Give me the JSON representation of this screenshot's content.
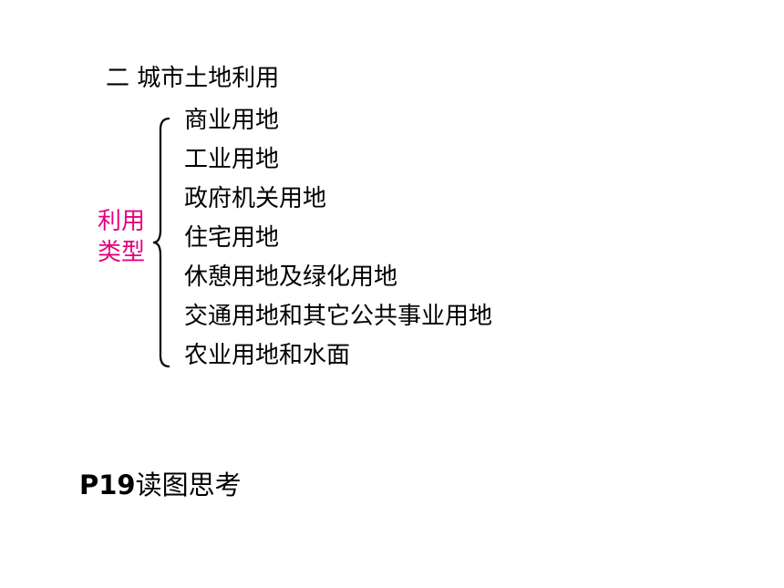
{
  "slide": {
    "heading": "二  城市土地利用",
    "category_label": [
      "利用",
      "类型"
    ],
    "items": [
      "商业用地",
      "工业用地",
      "政府机关用地",
      "住宅用地",
      "休憩用地及绿化用地",
      "交通用地和其它公共事业用地",
      "农业用地和水面"
    ],
    "footer_ref": "P19",
    "footer_text": "读图思考",
    "label_color": "#e6007e"
  }
}
